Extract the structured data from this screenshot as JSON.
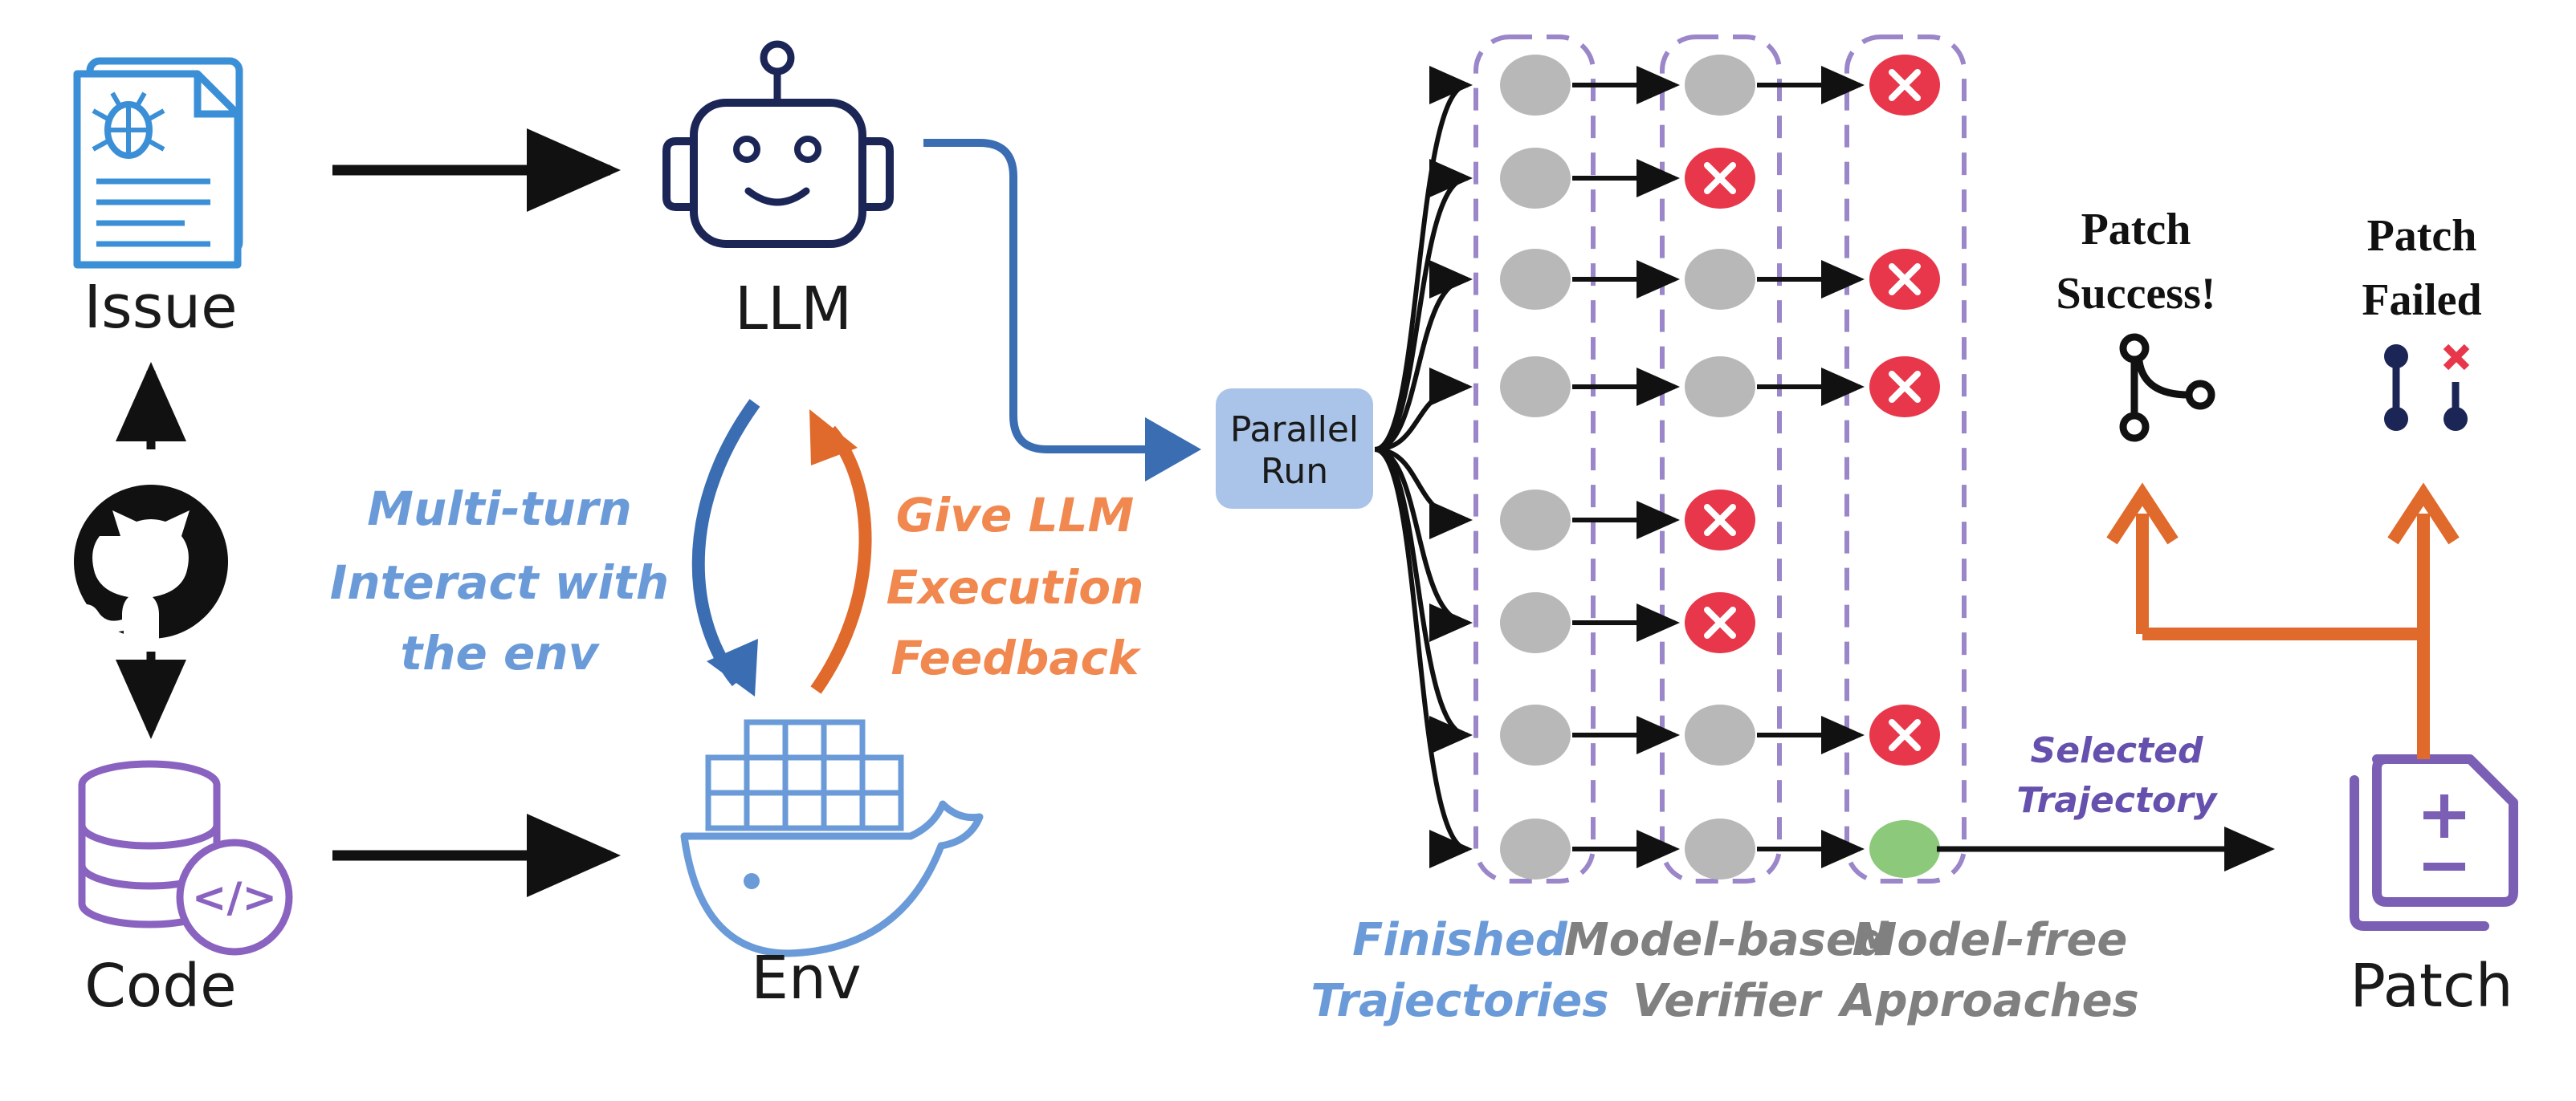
{
  "labels": {
    "issue": "Issue",
    "code": "Code",
    "llm": "LLM",
    "env": "Env",
    "patch": "Patch",
    "parallel_run_line1": "Parallel",
    "parallel_run_line2": "Run",
    "multi_turn_line1": "Multi-turn",
    "multi_turn_line2": "Interact with",
    "multi_turn_line3": "the env",
    "feedback_line1": "Give LLM",
    "feedback_line2": "Execution",
    "feedback_line3": "Feedback",
    "finished_line1": "Finished",
    "finished_line2": "Trajectories",
    "model_based_line1": "Model-based",
    "model_based_line2": "Verifier",
    "model_free_line1": "Model-free",
    "model_free_line2": "Approaches",
    "selected_line1": "Selected",
    "selected_line2": "Trajectory",
    "success_line1": "Patch",
    "success_line2": "Success!",
    "failed_line1": "Patch",
    "failed_line2": "Failed"
  },
  "code_glyph": "</>",
  "icons": {
    "issue": "bug-document-icon",
    "github": "github-icon",
    "code": "database-code-icon",
    "llm": "robot-icon",
    "env": "docker-whale-icon",
    "patch": "patch-document-icon",
    "success": "git-merge-icon",
    "failed": "git-branch-failed-icon"
  },
  "colors": {
    "blue": "#3b6db3",
    "light_blue": "#6a9bd8",
    "orange": "#e06a2c",
    "light_orange": "#f0884f",
    "purple": "#7b5fb5",
    "dashed_purple": "#9a86c9",
    "gray_node": "#b8b8b8",
    "red": "#e8374a",
    "green": "#8cc97a",
    "navy": "#1c2656",
    "parallel_box": "#a9c4e8"
  },
  "trajectories": [
    {
      "stages": [
        "pass",
        "pass",
        "fail"
      ]
    },
    {
      "stages": [
        "pass",
        "fail"
      ]
    },
    {
      "stages": [
        "pass",
        "pass",
        "fail"
      ]
    },
    {
      "stages": [
        "pass",
        "pass",
        "fail"
      ]
    },
    {
      "stages": [
        "pass",
        "fail"
      ]
    },
    {
      "stages": [
        "pass",
        "fail"
      ]
    },
    {
      "stages": [
        "pass",
        "pass",
        "fail"
      ]
    },
    {
      "stages": [
        "pass",
        "pass",
        "selected"
      ]
    }
  ]
}
